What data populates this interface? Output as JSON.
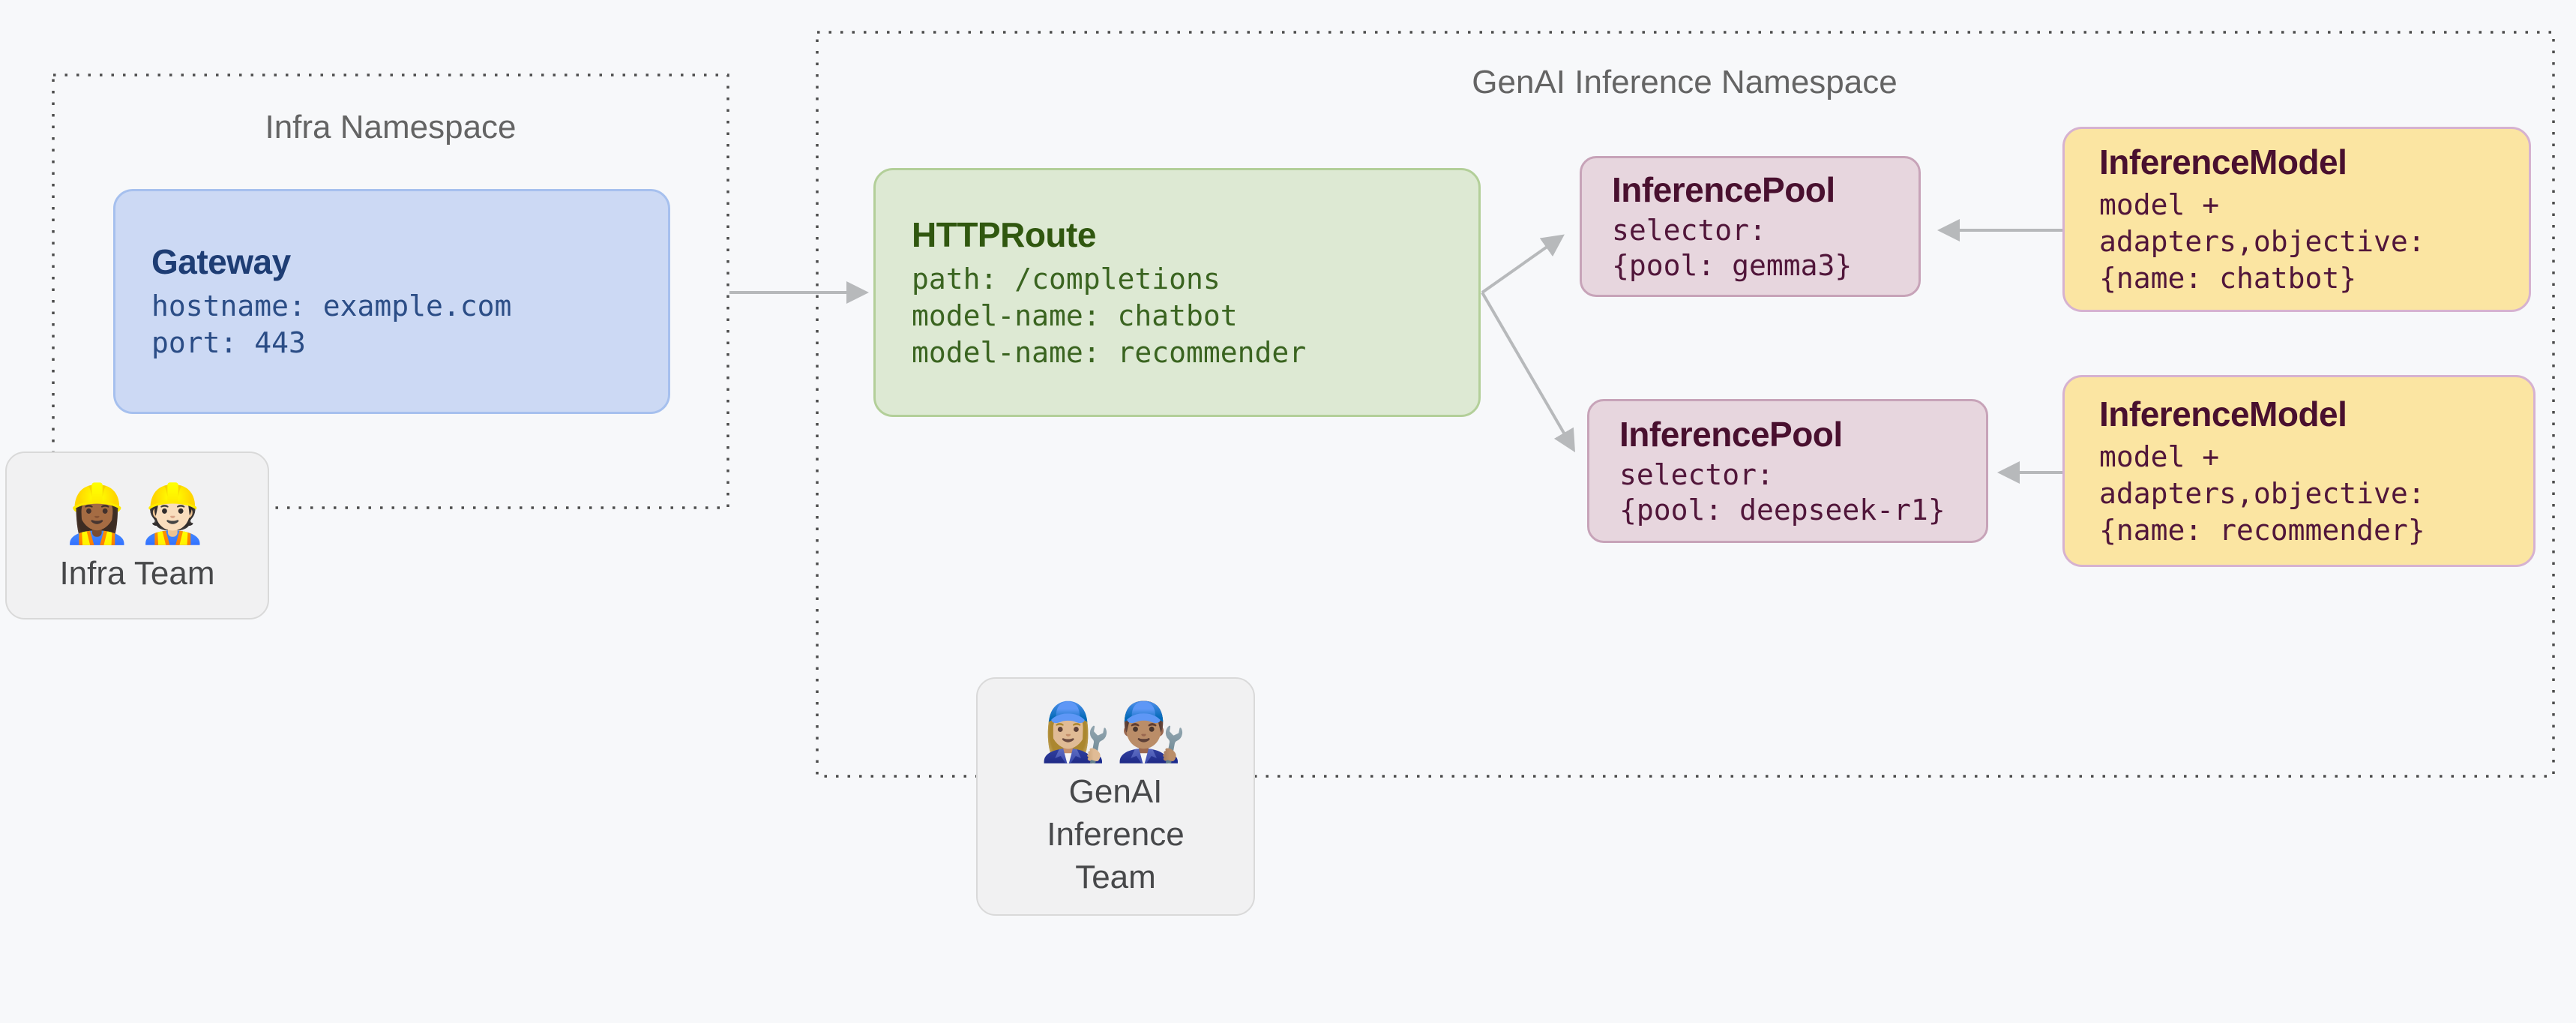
{
  "colors": {
    "bg": "#f7f8fa",
    "dotted-border": "#4d4d4d",
    "ns-title": "#646464",
    "arrow": "#b7b9bb",
    "gateway-fill": "#ccd9f4",
    "gateway-border": "#a6c0ee",
    "gateway-title": "#1e3d74",
    "gateway-text": "#2b4d86",
    "route-fill": "#dde9d3",
    "route-border": "#b3cf99",
    "route-title": "#30570f",
    "route-text": "#3a6420",
    "pool-fill": "#e7d6de",
    "pool-border": "#c7a3b8",
    "pool-title": "#49102f",
    "pool-text": "#51163a",
    "model-fill": "#fbe5a2",
    "model-border": "#d6b2d0",
    "model-title": "#49102f",
    "model-text": "#51163a",
    "team-fill": "#f1f1f2",
    "team-border": "#d9d9d9",
    "team-text": "#47484a"
  },
  "namespaces": {
    "infra": {
      "title": "Infra Namespace"
    },
    "genai": {
      "title": "GenAI Inference Namespace"
    }
  },
  "nodes": {
    "gateway": {
      "title": "Gateway",
      "lines": [
        "hostname: example.com",
        "port: 443"
      ]
    },
    "httproute": {
      "title": "HTTPRoute",
      "lines": [
        "path: /completions",
        "model-name: chatbot",
        "model-name: recommender"
      ]
    },
    "pool_gemma3": {
      "title": "InferencePool",
      "lines": [
        "selector:",
        "{pool: gemma3}"
      ]
    },
    "pool_deepseek": {
      "title": "InferencePool",
      "lines": [
        "selector:",
        "{pool: deepseek-r1}"
      ]
    },
    "model_chatbot": {
      "title": "InferenceModel",
      "lines": [
        "model +",
        "adapters,objective:",
        "{name: chatbot}"
      ]
    },
    "model_recommender": {
      "title": "InferenceModel",
      "lines": [
        "model +",
        "adapters,objective:",
        "{name: recommender}"
      ]
    }
  },
  "teams": {
    "infra": {
      "emoji": "👷🏾‍♀️👷🏻",
      "label": "Infra Team"
    },
    "genai": {
      "emoji": "👩🏼‍🔧👨🏽‍🔧",
      "label": "GenAI Inference Team"
    }
  }
}
